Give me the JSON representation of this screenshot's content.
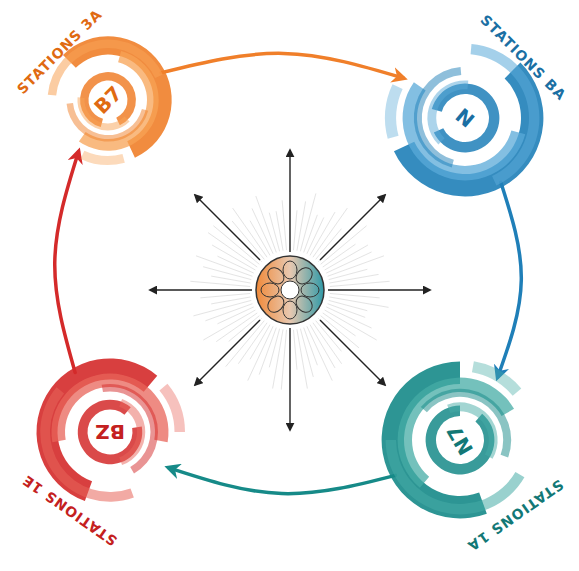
{
  "diagram": {
    "nodes": [
      {
        "text": [
          "STATIONS 3A",
          "B7"
        ]
      },
      {
        "text": [
          "STATIONS BA",
          "N"
        ]
      },
      {
        "text": [
          "STATIONS 1E",
          "BZ"
        ]
      },
      {
        "text": [
          "STATIONS 1A",
          "N7"
        ]
      }
    ],
    "edges": [
      {
        "from": 0,
        "to": 1,
        "arrow": "to"
      },
      {
        "from": 1,
        "to": 3,
        "arrow": "to"
      },
      {
        "from": 3,
        "to": 2,
        "arrow": "to"
      },
      {
        "from": 2,
        "to": 0,
        "arrow": "to"
      }
    ]
  }
}
